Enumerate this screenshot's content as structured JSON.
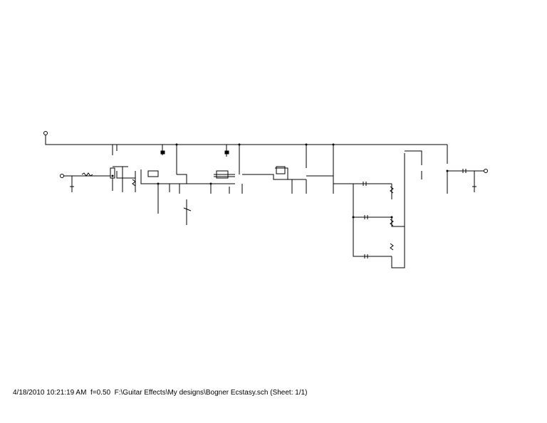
{
  "footer": {
    "timestamp": "4/18/2010 10:21:19 AM",
    "scale": "f=0.50",
    "path": "F:\\Guitar Effects\\My designs\\Bogner Ecstasy.sch (Sheet: 1/1)"
  },
  "colors": {
    "ink": "#000000",
    "background": "#ffffff"
  }
}
